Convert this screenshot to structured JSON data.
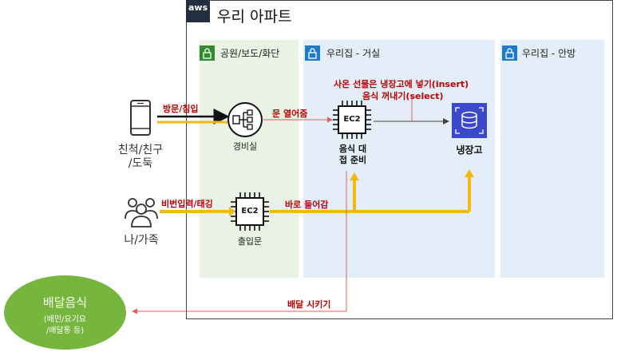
{
  "frame": {
    "logo": "aws",
    "title": "우리 아파트"
  },
  "zones": {
    "park": "공원/보도/화단",
    "living": "우리집 - 거실",
    "room": "우리집 - 안방"
  },
  "actors": {
    "friends": [
      "친척/친구",
      "/도둑"
    ],
    "family": "나/가족"
  },
  "nodes": {
    "guard": "경비실",
    "ec2_label": "EC2",
    "food_prep": [
      "음식 대",
      "접 준비"
    ],
    "fridge": "냉장고",
    "entrance": "출입문"
  },
  "edges": {
    "visit": "방문/침입",
    "open_door": "문 열어줌",
    "insert": "사온 선물은 냉장고에 넣기(insert)",
    "select": "음식 꺼내기(select)",
    "pin": "비번입력/태깅",
    "straight_in": "바로 들어감",
    "order": "배달 시키기"
  },
  "delivery": {
    "title": "배달음식",
    "line1": "(배민/요기요",
    "line2": "/배달통 등)"
  },
  "colors": {
    "park_bg": "#eaf2e4",
    "living_bg": "#e3eef8",
    "lock_green": "#2f8b2b",
    "lock_blue": "#1e7bc9",
    "fridge_blue": "#3b48cc",
    "arrow_yellow": "#f6b80d",
    "label_red": "#c00000",
    "delivery_green": "#76b53e"
  }
}
